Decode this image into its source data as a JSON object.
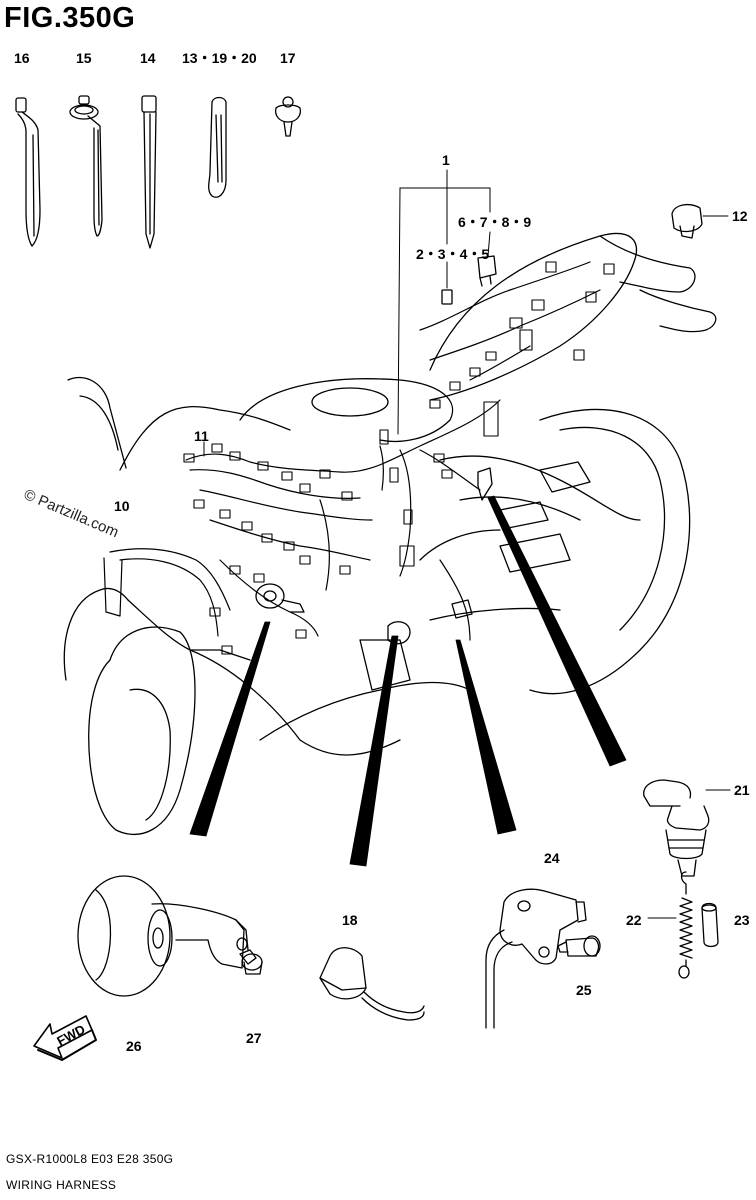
{
  "figure": {
    "title": "FIG.350G"
  },
  "callouts": {
    "c16": "16",
    "c15": "15",
    "c14": "14",
    "c13_19_20": "13・19・20",
    "c17": "17",
    "c1": "1",
    "c6_7_8_9": "6・7・8・9",
    "c2_3_4_5": "2・3・4・5",
    "c12": "12",
    "c11": "11",
    "c10": "10",
    "c21": "21",
    "c24": "24",
    "c18": "18",
    "c22": "22",
    "c23": "23",
    "c25": "25",
    "c26": "26",
    "c27": "27"
  },
  "watermark": "© Partzilla.com",
  "fwd_label": "FWD",
  "footer": {
    "model_code": "GSX-R1000L8  E03  E28  350G",
    "caption": "WIRING HARNESS"
  }
}
